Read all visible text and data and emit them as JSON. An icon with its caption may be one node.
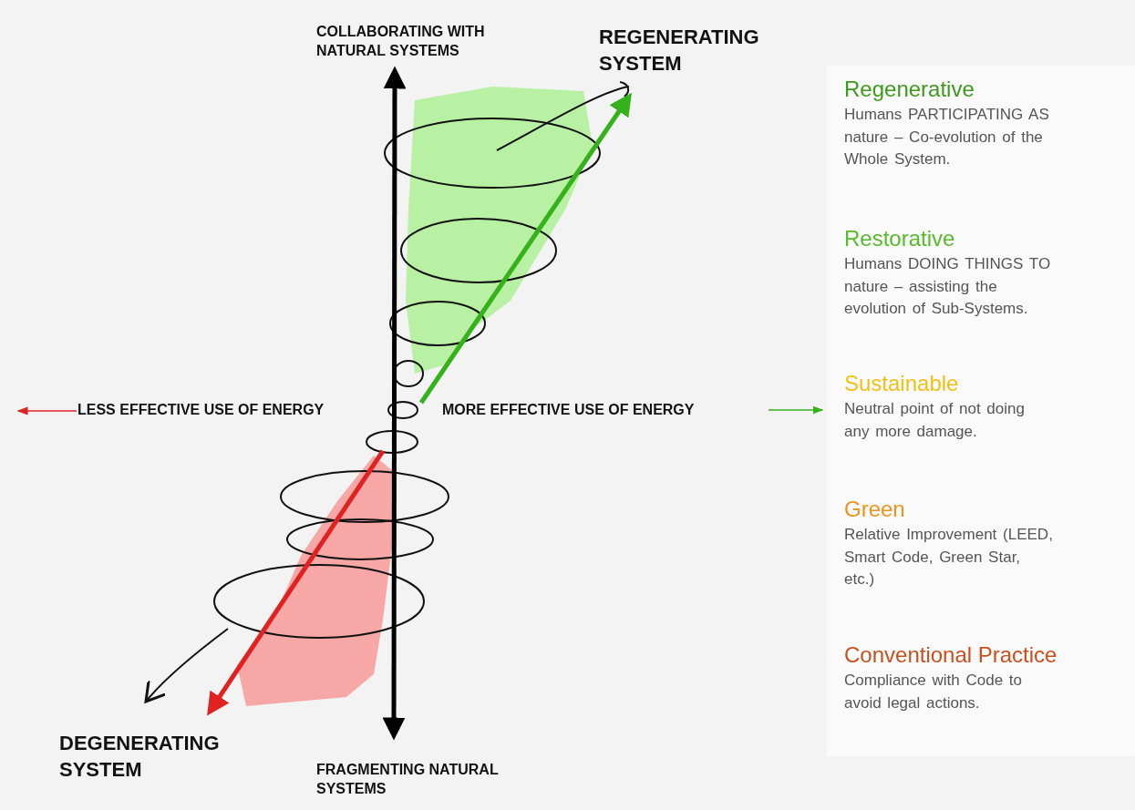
{
  "diagram": {
    "nodes": [
      {
        "text": [
          "Regenerative",
          "Humans PARTICIPATING AS nature – Co-evolution of the Whole System.",
          "Restorative",
          "Humans DOING THINGS TO nature – assisting the evolution of Sub-Systems.",
          "Sustainable",
          "Neutral point of not doing any more damage.",
          "Green",
          "Relative Improvement (LEED, Smart Code, Green Star, etc.)",
          "Conventional Practice",
          "Compliance with Code to avoid legal actions."
        ]
      }
    ],
    "edges": [],
    "labels": [
      "COLLABORATING WITH NATURAL SYSTEMS",
      "REGENERATING SYSTEM",
      "LESS EFFECTIVE USE OF ENERGY",
      "MORE EFFECTIVE USE OF ENERGY",
      "DEGENERATING SYSTEM",
      "FRAGMENTING NATURAL SYSTEMS"
    ]
  }
}
